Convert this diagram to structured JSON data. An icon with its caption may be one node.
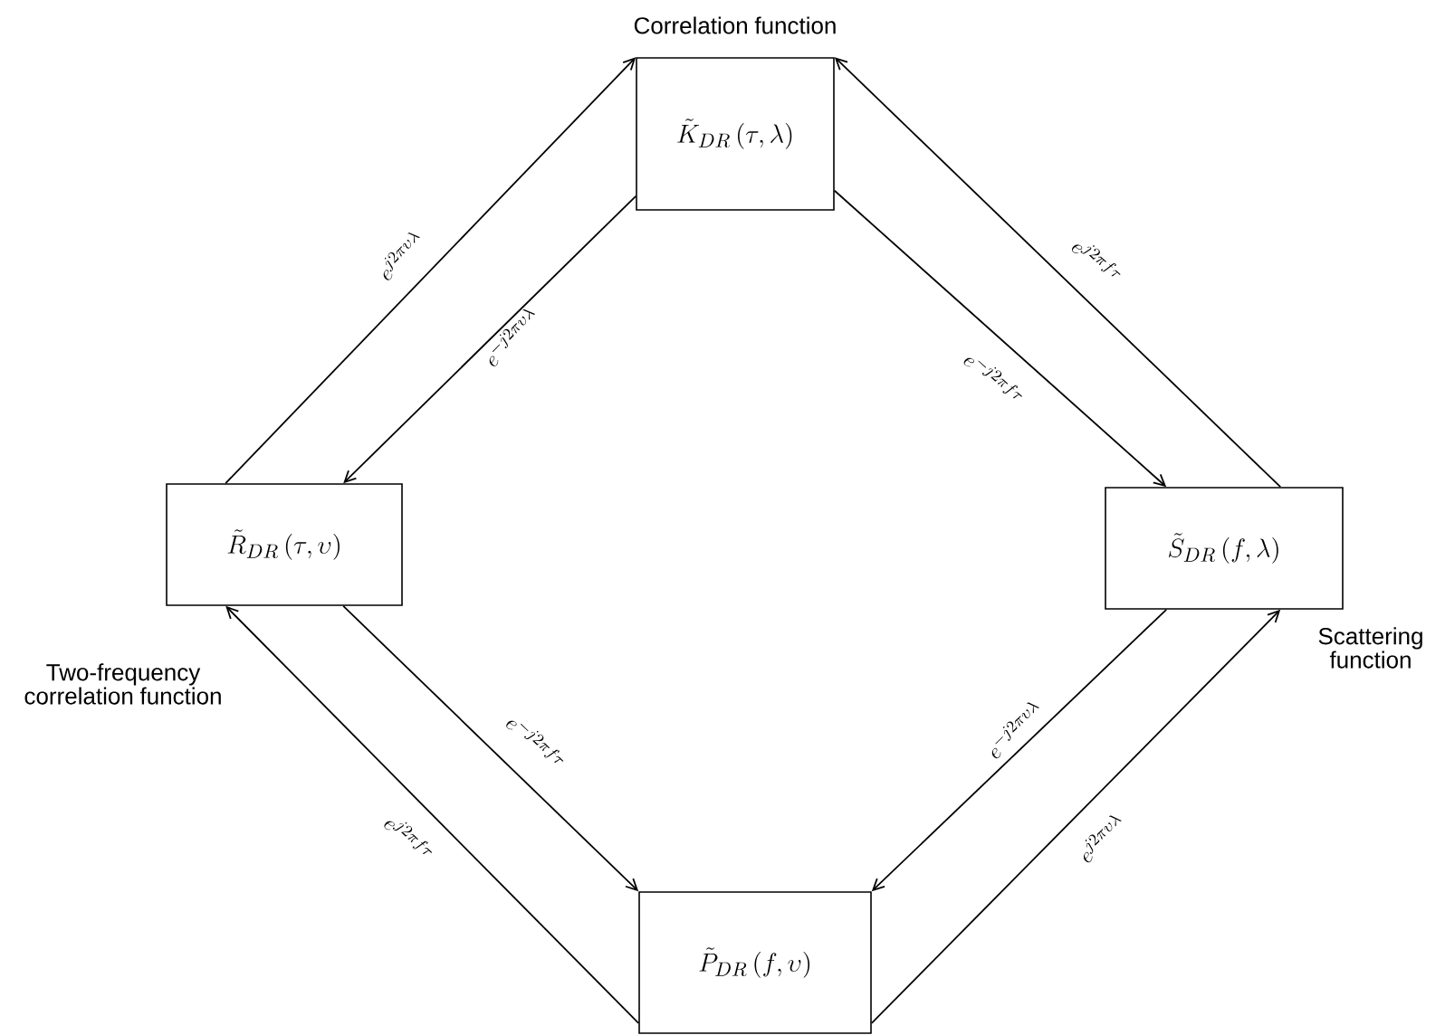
{
  "diagram": {
    "nodes": [
      {
        "text": [
          "\\tilde{K}_{DR}\\,(\\tau,\\lambda)"
        ],
        "beside": [
          "Correlation function"
        ]
      },
      {
        "text": [
          "\\tilde{R}_{DR}\\,(\\tau,\\upsilon)"
        ],
        "beside": [
          "Two-frequency correlation function"
        ]
      },
      {
        "text": [
          "\\tilde{S}_{DR}\\,(f,\\lambda)"
        ],
        "beside": [
          "Scattering function"
        ]
      },
      {
        "text": [
          "\\tilde{P}_{DR}\\,(f,\\upsilon)"
        ]
      }
    ],
    "edges": [
      {
        "from": 1,
        "to": 0,
        "arrow": "to",
        "label": "e^{j2\\pi\\upsilon\\lambda}"
      },
      {
        "from": 0,
        "to": 1,
        "arrow": "to",
        "label": "e^{-j2\\pi\\upsilon\\lambda}"
      },
      {
        "from": 0,
        "to": 2,
        "arrow": "to",
        "label": "e^{-j2\\pi f\\tau}"
      },
      {
        "from": 2,
        "to": 0,
        "arrow": "to",
        "label": "e^{j2\\pi f\\tau}"
      },
      {
        "from": 1,
        "to": 3,
        "arrow": "to",
        "label": "e^{-j2\\pi f\\tau}"
      },
      {
        "from": 3,
        "to": 1,
        "arrow": "to",
        "label": "e^{j2\\pi f\\tau}"
      },
      {
        "from": 2,
        "to": 3,
        "arrow": "to",
        "label": "e^{-j2\\pi\\upsilon\\lambda}"
      },
      {
        "from": 3,
        "to": 2,
        "arrow": "to",
        "label": "e^{j2\\pi\\upsilon\\lambda}"
      }
    ]
  }
}
